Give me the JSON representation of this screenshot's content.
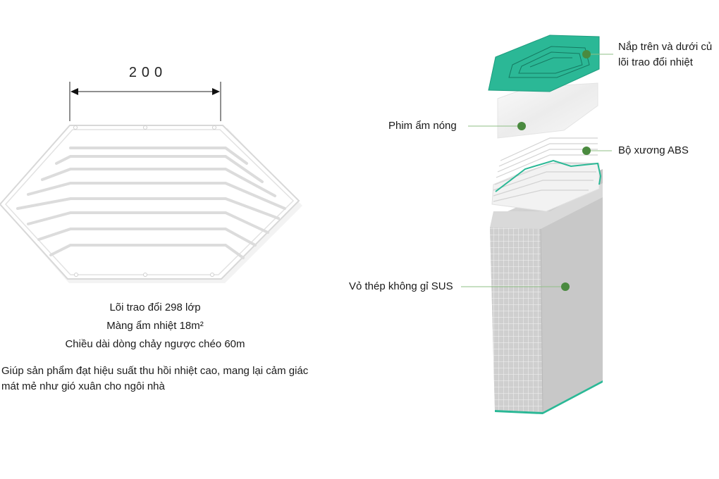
{
  "left_panel": {
    "dimension": {
      "value": "200"
    },
    "specs": [
      "Lõi trao đổi 298 lớp",
      "Màng ẩm nhiệt 18m²",
      "Chiều dài dòng chảy ngược chéo 60m"
    ],
    "description": "Giúp sản phẩm đạt hiệu suất thu hồi nhiệt cao, mang lại cảm giác mát mẻ như gió xuân cho ngôi nhà"
  },
  "right_panel": {
    "callouts": [
      {
        "id": "top-bottom-cover",
        "label_line1": "Nắp trên và dưới củ",
        "label_line2": "lõi trao đổi nhiệt"
      },
      {
        "id": "humidity-film",
        "label_line1": "Phim ẩm nóng"
      },
      {
        "id": "abs-frame",
        "label_line1": "Bộ xương ABS"
      },
      {
        "id": "stainless-shell",
        "label_line1": "Vỏ thép không gỉ SUS"
      }
    ]
  },
  "colors": {
    "teal_lid": "#2bb896",
    "teal_edge": "#1e9d7f",
    "marker_dot": "#4a8a3f",
    "leader_line": "#8fbf86",
    "shell_gray": "#c9c9c9"
  }
}
